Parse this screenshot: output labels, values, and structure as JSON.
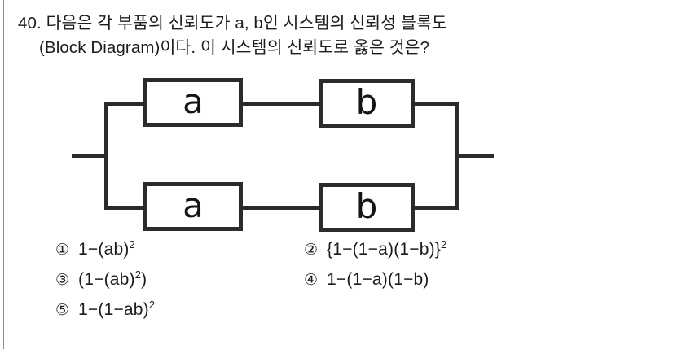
{
  "page": {
    "question_number": "40.",
    "stem_line_1": "40. 다음은 각 부품의 신뢰도가 a, b인 시스템의 신뢰성 블록도",
    "stem_line_2": "(Block Diagram)이다. 이 시스템의 신뢰도로 옳은 것은?"
  },
  "diagram": {
    "type": "reliability-block-diagram",
    "topology": "two parallel branches, each branch = block a in series with block b",
    "branches": [
      {
        "name": "top-branch",
        "blocks": [
          {
            "label": "a"
          },
          {
            "label": "b"
          }
        ]
      },
      {
        "name": "bottom-branch",
        "blocks": [
          {
            "label": "a"
          },
          {
            "label": "b"
          }
        ]
      }
    ],
    "input_stub": "input",
    "output_stub": "output"
  },
  "choices": [
    {
      "marker": "①",
      "text": "1−(ab)",
      "sup": "2",
      "tail": ""
    },
    {
      "marker": "②",
      "text": "{1−(1−a)(1−b)}",
      "sup": "2",
      "tail": ""
    },
    {
      "marker": "③",
      "text": "(1−(ab)",
      "sup": "2",
      "tail": ")"
    },
    {
      "marker": "④",
      "text": "1−(1−a)(1−b)",
      "sup": "",
      "tail": ""
    },
    {
      "marker": "⑤",
      "text": "1−(1−ab)",
      "sup": "2",
      "tail": ""
    }
  ],
  "colors": {
    "ink": "#1c1c1c",
    "wire": "#2b2b2b",
    "paper": "#ffffff",
    "margin_rule": "#8e8e8e"
  }
}
